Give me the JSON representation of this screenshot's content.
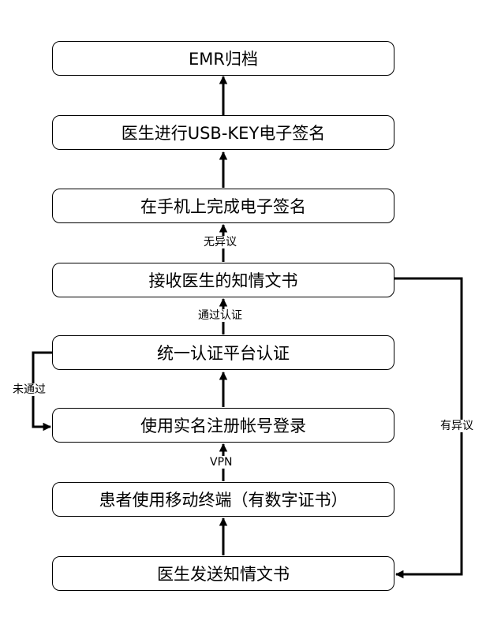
{
  "steps": [
    "EMR归档",
    "医生进行USB-KEY电子签名",
    "在手机上完成电子签名",
    "接收医生的知情文书",
    "统一认证平台认证",
    "使用实名注册帐号登录",
    "患者使用移动终端（有数字证书）",
    "医生发送知情文书"
  ],
  "edges": {
    "no_objection": "无异议",
    "passed": "通过认证",
    "not_passed": "未通过",
    "vpn": "VPN",
    "has_objection": "有异议"
  }
}
